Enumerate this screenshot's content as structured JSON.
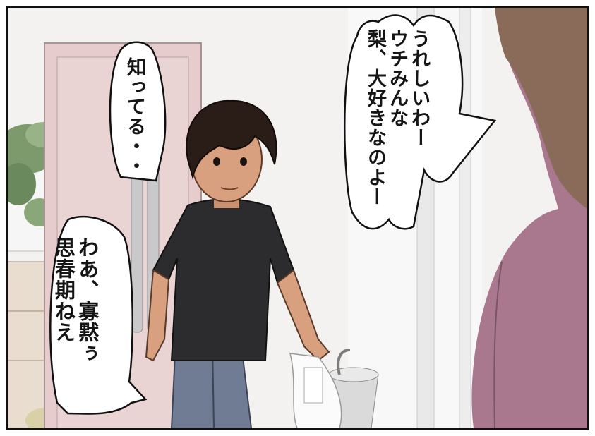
{
  "panel": {
    "speech_bubbles": [
      {
        "id": "mother-right",
        "lines": [
          "うれしいわー",
          "ウチみんな",
          "梨、大好きなのよー"
        ]
      },
      {
        "id": "boy",
        "lines": [
          "知ってる・・"
        ]
      },
      {
        "id": "mother-left",
        "lines": [
          "わあ、寡黙ぅ",
          "思春期ねえ"
        ]
      }
    ]
  },
  "colors": {
    "door": "#e7cdcd",
    "wall": "#f3f1ef",
    "shirt": "#2c2b2d",
    "jeans": "#6f7c93",
    "skin": "#d8a07f",
    "hair_boy": "#2a1d18",
    "mother_sweater": "#a9788f",
    "mother_hair": "#8a6a58"
  }
}
